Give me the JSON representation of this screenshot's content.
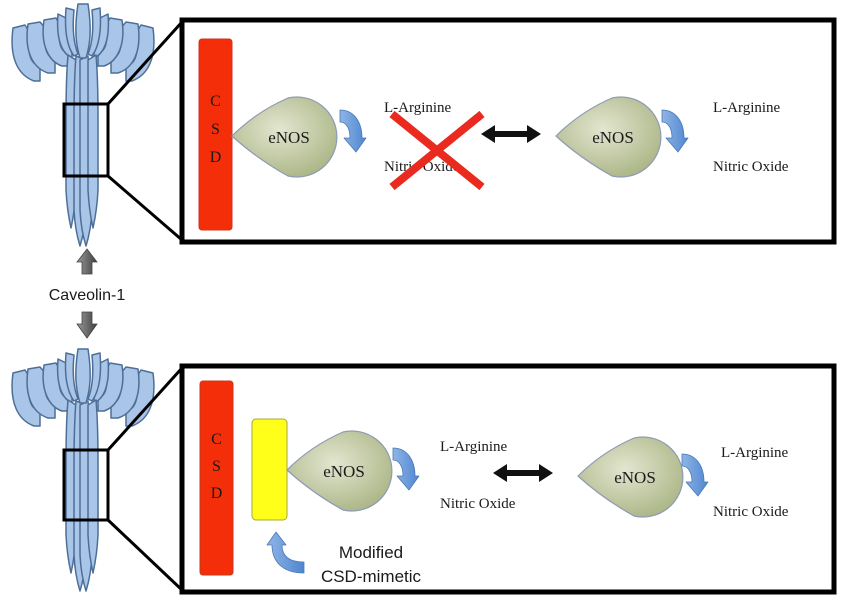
{
  "caveolin": {
    "label": "Caveolin-1"
  },
  "top_panel": {
    "csd_letters": [
      "C",
      "S",
      "D"
    ],
    "bound_enzyme": {
      "label": "eNOS",
      "substrate": "L-Arginine",
      "product": "Nitric Oxide",
      "status": "blocked"
    },
    "free_enzyme": {
      "label": "eNOS",
      "substrate": "L-Arginine",
      "product": "Nitric Oxide"
    }
  },
  "bottom_panel": {
    "csd_letters": [
      "C",
      "S",
      "D"
    ],
    "mimetic_label": [
      "Modified",
      "CSD-mimetic"
    ],
    "bound_enzyme": {
      "label": "eNOS",
      "substrate": "L-Arginine",
      "product": "Nitric Oxide"
    },
    "free_enzyme": {
      "label": "eNOS",
      "substrate": "L-Arginine",
      "product": "Nitric Oxide"
    }
  },
  "colors": {
    "csd": "#f52e0a",
    "mimetic": "#ffff1a",
    "enos_fill": "#b4bf93",
    "caveolin_fill": "#a9c5e8",
    "arrow_blue": "#6b9fd9",
    "block_x": "#ea2a1f"
  }
}
